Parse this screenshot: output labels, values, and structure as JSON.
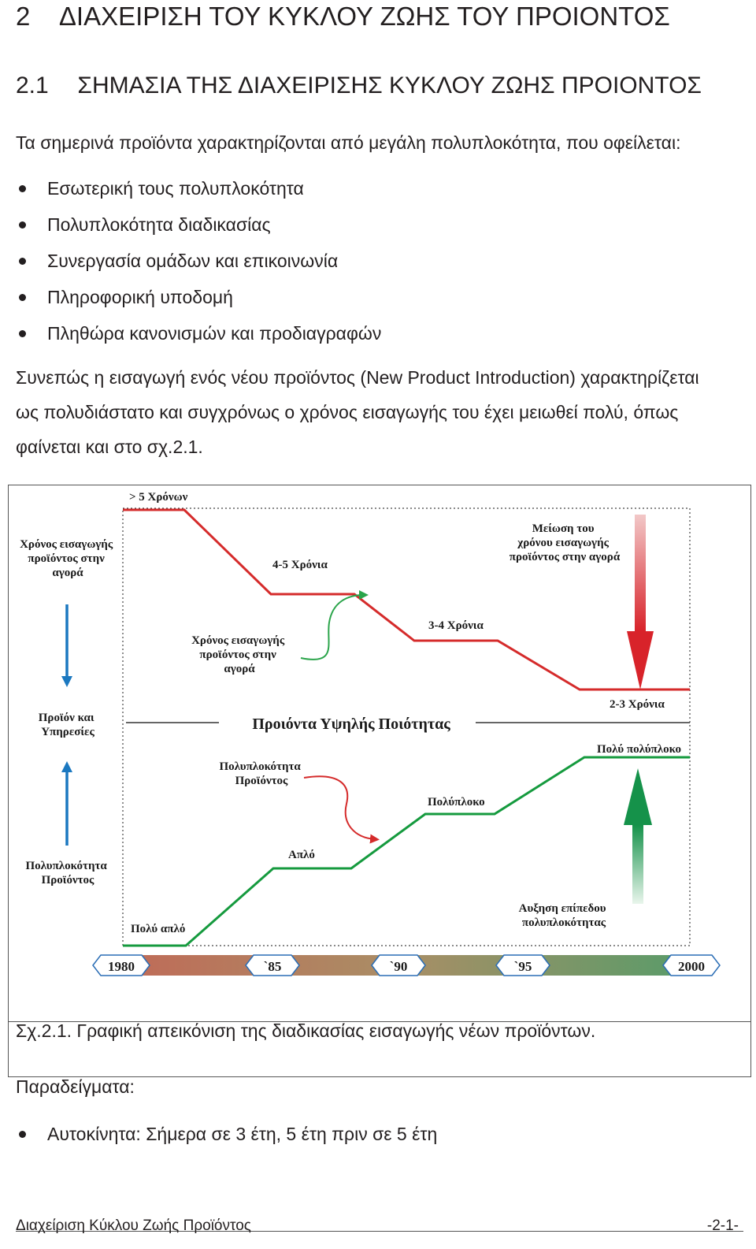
{
  "heading": {
    "number": "2",
    "title": "ΔΙΑΧΕΙΡΙΣΗ ΤΟΥ ΚΥΚΛΟΥ ΖΩΗΣ ΤΟΥ ΠΡΟΙΟΝΤΟΣ"
  },
  "subheading": {
    "number": "2.1",
    "title": "ΣΗΜΑΣΙΑ ΤΗΣ ΔΙΑΧΕΙΡΙΣΗΣ ΚΥΚΛΟΥ ΖΩΗΣ ΠΡΟΙΟΝΤΟΣ"
  },
  "intro": "Τα σημερινά προϊόντα χαρακτηρίζονται από μεγάλη πολυπλοκότητα, που οφείλεται:",
  "bullets": [
    "Εσωτερική τους πολυπλοκότητα",
    "Πολυπλοκότητα διαδικασίας",
    "Συνεργασία ομάδων και επικοινωνία",
    "Πληροφορική υποδομή",
    "Πληθώρα κανονισμών και προδιαγραφών"
  ],
  "paragraph": {
    "line1": "Συνεπώς η εισαγωγή ενός νέου προϊόντος (New Product Introduction) χαρακτηρίζεται",
    "line2": "ως πολυδιάστατο και συγχρόνως ο χρόνος εισαγωγής του έχει μειωθεί πολύ, όπως",
    "line3": "φαίνεται και στο σχ.2.1."
  },
  "figure": {
    "left_top": [
      "Χρόνος εισαγωγής",
      "προϊόντος στην",
      "αγορά"
    ],
    "left_middle": [
      "Προϊόν και",
      "Υπηρεσίες"
    ],
    "left_bottom": [
      "Πολυπλοκότητα",
      "Προϊόντος"
    ],
    "top_levels": [
      "> 5 Χρόνων",
      "4-5 Χρόνια",
      "3-4 Χρόνια",
      "2-3 Χρόνια"
    ],
    "reduction_note": [
      "Μείωση του",
      "χρόνου εισαγωγής",
      "προϊόντος στην αγορά"
    ],
    "time_callout": [
      "Χρόνος εισαγωγής",
      "προϊόντος στην",
      "αγορά"
    ],
    "center_title": "Προιόντα Υψηλής Ποιότητας",
    "complexity_callout": [
      "Πολυπλοκότητα",
      "Προϊόντος"
    ],
    "bottom_levels": [
      "Πολύ απλό",
      "Απλό",
      "Πολύπλοκο",
      "Πολύ πολύπλοκο"
    ],
    "increase_note": [
      "Αυξηση επίπεδου",
      "πολυπλοκότητας"
    ],
    "timeline": [
      "1980",
      "`85",
      "`90",
      "`95",
      "2000"
    ]
  },
  "caption": "Σχ.2.1. Γραφική απεικόνιση της διαδικασίας εισαγωγής νέων προϊόντων.",
  "examples_label": "Παραδείγματα:",
  "examples": [
    "Αυτοκίνητα: Σήμερα σε 3 έτη, 5 έτη πριν σε 5 έτη"
  ],
  "footer": {
    "title": "Διαχείριση Κύκλου Ζωής Προϊόντος",
    "page": "-2-1-"
  },
  "colors": {
    "red_line": "#d52b2b",
    "green_line": "#159a3e",
    "blue_arrow": "#1b78c0",
    "text": "#231f20"
  }
}
